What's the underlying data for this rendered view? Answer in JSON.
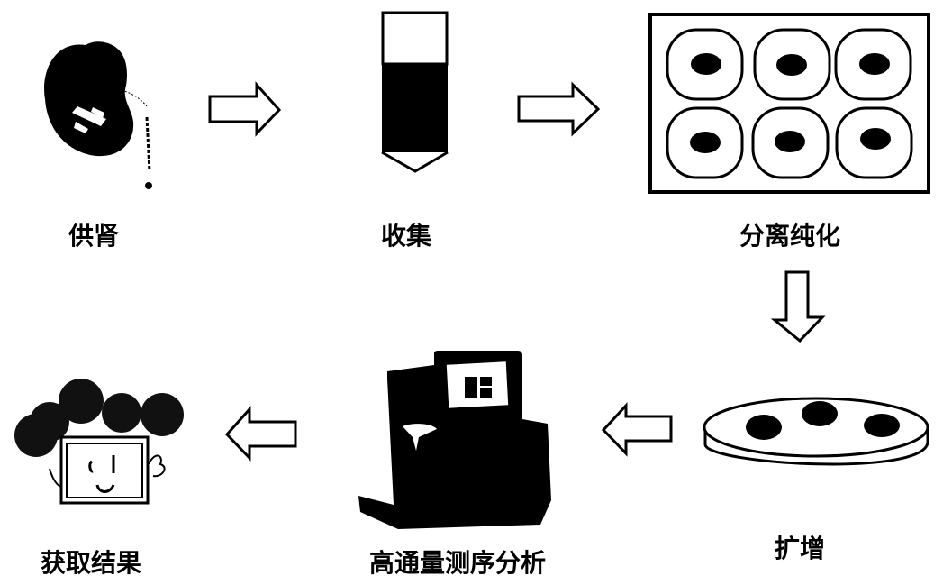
{
  "diagram": {
    "type": "process-flow",
    "steps": [
      {
        "id": "donor-kidney",
        "label": "供肾",
        "icon": "kidney-icon"
      },
      {
        "id": "collect",
        "label": "收集",
        "icon": "centrifuge-tube-icon"
      },
      {
        "id": "separate-purify",
        "label": "分离纯化",
        "icon": "six-well-plate-icon"
      },
      {
        "id": "amplify",
        "label": "扩增",
        "icon": "petri-dish-icon"
      },
      {
        "id": "sequencing",
        "label": "高通量测序分析",
        "icon": "sequencer-machine-icon"
      },
      {
        "id": "result",
        "label": "获取结果",
        "icon": "happy-computer-icon"
      }
    ],
    "arrows": [
      {
        "from": "donor-kidney",
        "to": "collect",
        "direction": "right"
      },
      {
        "from": "collect",
        "to": "separate-purify",
        "direction": "right"
      },
      {
        "from": "separate-purify",
        "to": "amplify",
        "direction": "down"
      },
      {
        "from": "amplify",
        "to": "sequencing",
        "direction": "left"
      },
      {
        "from": "sequencing",
        "to": "result",
        "direction": "left"
      }
    ],
    "colors": {
      "ink": "#000000",
      "background": "#ffffff"
    }
  }
}
